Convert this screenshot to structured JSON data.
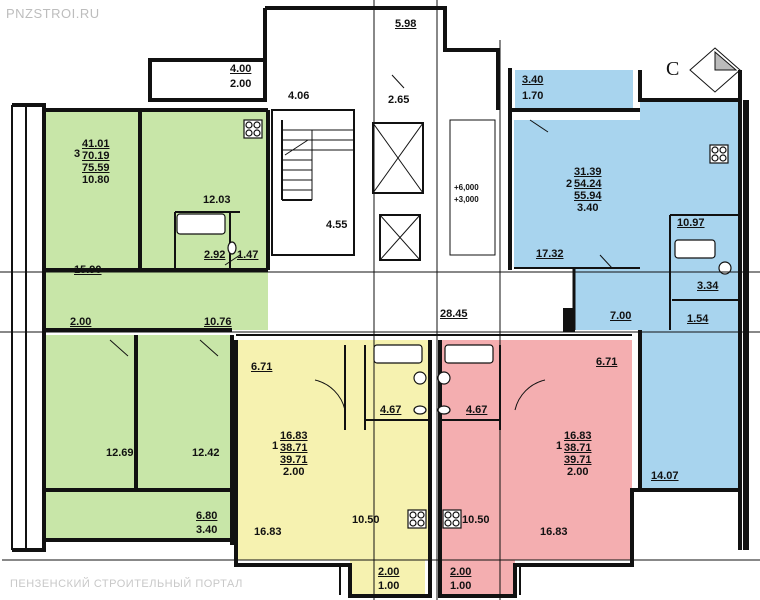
{
  "watermark_top": "PNZSTROI.RU",
  "watermark_bottom": "ПЕНЗЕНСКИЙ СТРОИТЕЛЬНЫЙ ПОРТАЛ",
  "compass_letter": "С",
  "colors": {
    "green": "#c8e6a8",
    "blue": "#a8d4ee",
    "yellow": "#f6f2b0",
    "pink": "#f4aeb0",
    "wall": "#111111",
    "gray": "#dcdcdc"
  },
  "apt3": {
    "rooms": "3",
    "area1": "41.01",
    "area2": "70.19",
    "area3": "75.59",
    "balcony": "10.80"
  },
  "apt2": {
    "rooms": "2",
    "area1": "31.39",
    "area2": "54.24",
    "area3": "55.94",
    "balcony": "3.40"
  },
  "apt1_left": {
    "rooms": "1",
    "area1": "16.83",
    "area2": "38.71",
    "area3": "39.71",
    "balcony": "2.00"
  },
  "apt1_right": {
    "rooms": "1",
    "area1": "16.83",
    "area2": "38.71",
    "area3": "39.71",
    "balcony": "2.00"
  },
  "labels": {
    "l_598": "5.98",
    "l_400": "4.00",
    "l_200a": "2.00",
    "l_406": "4.06",
    "l_265": "2.65",
    "l_340a": "3.40",
    "l_170": "1.70",
    "l_1203": "12.03",
    "l_292": "2.92",
    "l_147": "1.47",
    "l_1590": "15.90",
    "l_455": "4.55",
    "l_6000": "+6,000",
    "l_3000": "+3,000",
    "l_1732": "17.32",
    "l_1097": "10.97",
    "l_334": "3.34",
    "l_154": "1.54",
    "l_700": "7.00",
    "l_200b": "2.00",
    "l_1076": "10.76",
    "l_2845": "28.45",
    "l_671a": "6.71",
    "l_671b": "6.71",
    "l_467a": "4.67",
    "l_467b": "4.67",
    "l_1269": "12.69",
    "l_1242": "12.42",
    "l_1407": "14.07",
    "l_680": "6.80",
    "l_340b": "3.40",
    "l_1683a": "16.83",
    "l_1050a": "10.50",
    "l_1050b": "10.50",
    "l_1683b": "16.83",
    "l_200c": "2.00",
    "l_100a": "1.00",
    "l_200d": "2.00",
    "l_100b": "1.00"
  }
}
